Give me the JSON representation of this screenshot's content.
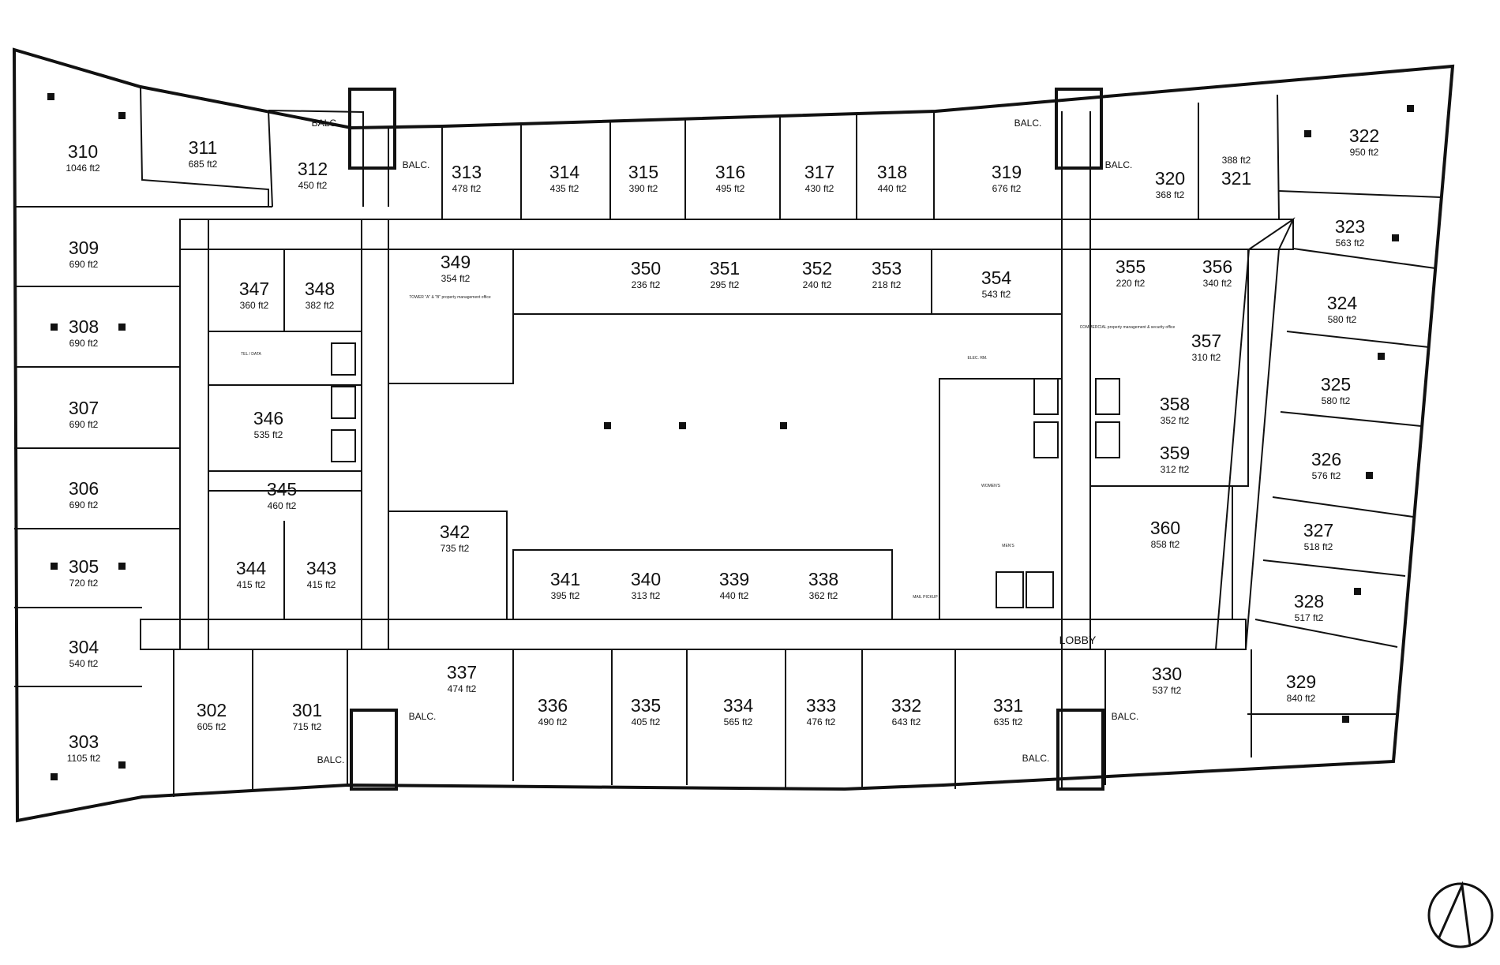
{
  "plan": {
    "lobby_label": "LOBBY",
    "balcony_label": "BALC.",
    "mgmt_note": "TOWER \"A\" & \"B\" property management office",
    "commercial_note": "COMMERCIAL property management & security office",
    "elec_label": "ELEC. RM.",
    "tel_label": "TEL / DATA",
    "womens_label": "WOMEN'S",
    "mens_label": "MEN'S",
    "mail_label": "MAIL PICKUP",
    "north_icon": "north-arrow-icon",
    "rooms": [
      {
        "num": "310",
        "area": "1046 ft2"
      },
      {
        "num": "311",
        "area": "685 ft2"
      },
      {
        "num": "312",
        "area": "450 ft2"
      },
      {
        "num": "313",
        "area": "478 ft2"
      },
      {
        "num": "314",
        "area": "435 ft2"
      },
      {
        "num": "315",
        "area": "390 ft2"
      },
      {
        "num": "316",
        "area": "495 ft2"
      },
      {
        "num": "317",
        "area": "430 ft2"
      },
      {
        "num": "318",
        "area": "440 ft2"
      },
      {
        "num": "319",
        "area": "676 ft2"
      },
      {
        "num": "320",
        "area": "368 ft2"
      },
      {
        "num": "321",
        "area": "388 ft2"
      },
      {
        "num": "322",
        "area": "950 ft2"
      },
      {
        "num": "323",
        "area": "563 ft2"
      },
      {
        "num": "324",
        "area": "580 ft2"
      },
      {
        "num": "325",
        "area": "580 ft2"
      },
      {
        "num": "326",
        "area": "576 ft2"
      },
      {
        "num": "327",
        "area": "518 ft2"
      },
      {
        "num": "328",
        "area": "517 ft2"
      },
      {
        "num": "329",
        "area": "840 ft2"
      },
      {
        "num": "330",
        "area": "537 ft2"
      },
      {
        "num": "331",
        "area": "635 ft2"
      },
      {
        "num": "332",
        "area": "643 ft2"
      },
      {
        "num": "333",
        "area": "476 ft2"
      },
      {
        "num": "334",
        "area": "565 ft2"
      },
      {
        "num": "335",
        "area": "405 ft2"
      },
      {
        "num": "336",
        "area": "490 ft2"
      },
      {
        "num": "337",
        "area": "474 ft2"
      },
      {
        "num": "338",
        "area": "362 ft2"
      },
      {
        "num": "339",
        "area": "440 ft2"
      },
      {
        "num": "340",
        "area": "313 ft2"
      },
      {
        "num": "341",
        "area": "395 ft2"
      },
      {
        "num": "342",
        "area": "735 ft2"
      },
      {
        "num": "343",
        "area": "415 ft2"
      },
      {
        "num": "344",
        "area": "415 ft2"
      },
      {
        "num": "345",
        "area": "460 ft2"
      },
      {
        "num": "346",
        "area": "535 ft2"
      },
      {
        "num": "347",
        "area": "360 ft2"
      },
      {
        "num": "348",
        "area": "382 ft2"
      },
      {
        "num": "349",
        "area": "354 ft2"
      },
      {
        "num": "350",
        "area": "236 ft2"
      },
      {
        "num": "351",
        "area": "295 ft2"
      },
      {
        "num": "352",
        "area": "240 ft2"
      },
      {
        "num": "353",
        "area": "218 ft2"
      },
      {
        "num": "354",
        "area": "543 ft2"
      },
      {
        "num": "355",
        "area": "220 ft2"
      },
      {
        "num": "356",
        "area": "340 ft2"
      },
      {
        "num": "357",
        "area": "310 ft2"
      },
      {
        "num": "358",
        "area": "352 ft2"
      },
      {
        "num": "359",
        "area": "312 ft2"
      },
      {
        "num": "360",
        "area": "858 ft2"
      },
      {
        "num": "301",
        "area": "715 ft2"
      },
      {
        "num": "302",
        "area": "605 ft2"
      },
      {
        "num": "303",
        "area": "1105 ft2"
      },
      {
        "num": "304",
        "area": "540 ft2"
      },
      {
        "num": "305",
        "area": "720 ft2"
      },
      {
        "num": "306",
        "area": "690 ft2"
      },
      {
        "num": "307",
        "area": "690 ft2"
      },
      {
        "num": "308",
        "area": "690 ft2"
      },
      {
        "num": "309",
        "area": "690 ft2"
      }
    ]
  }
}
